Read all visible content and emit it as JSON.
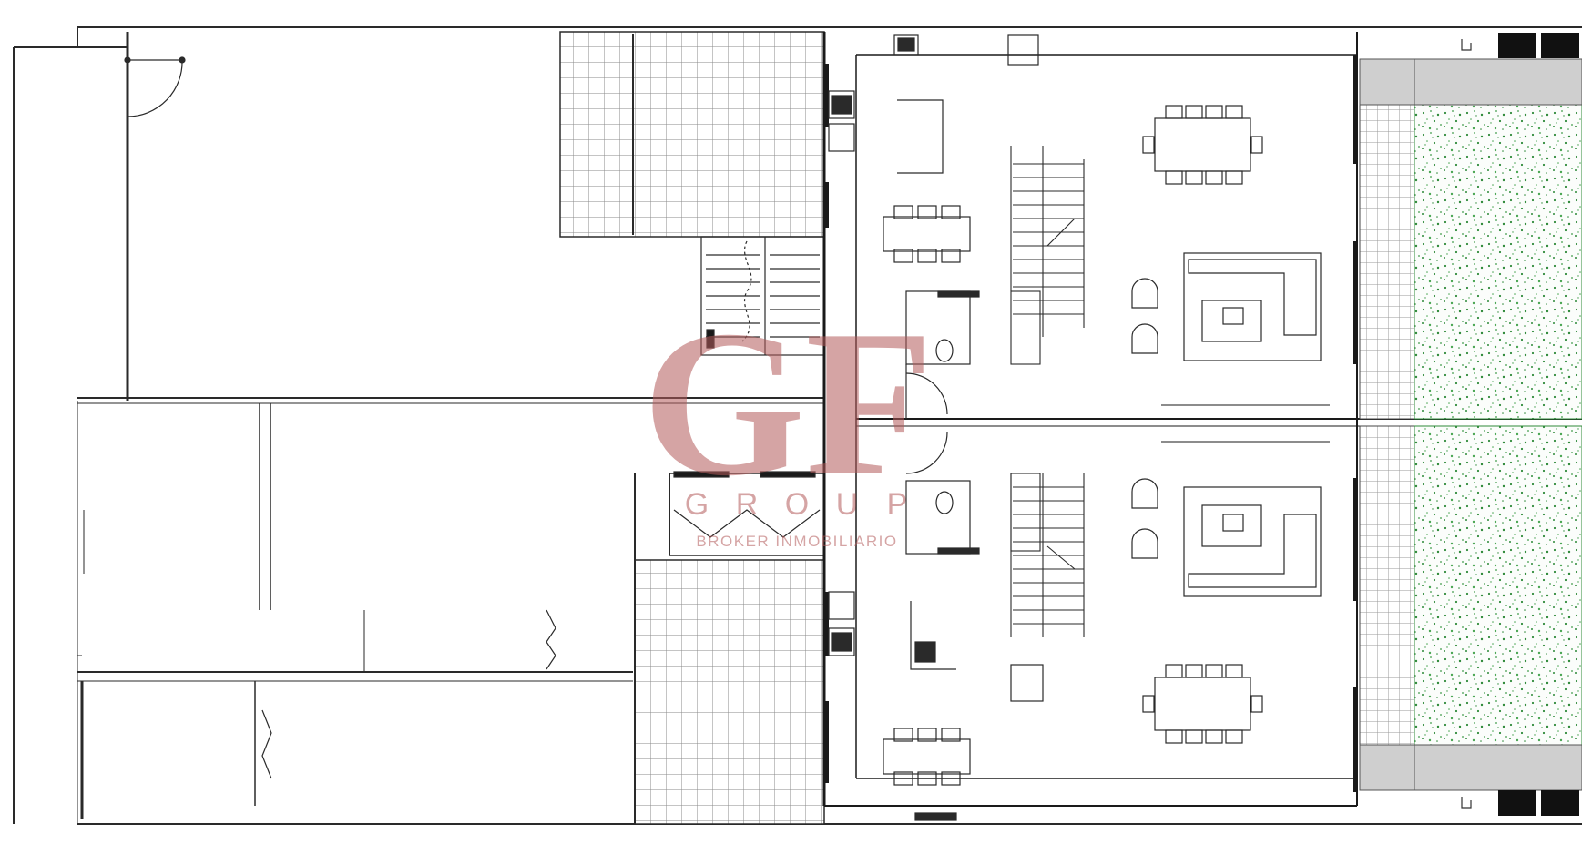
{
  "plan": {
    "watermark": {
      "monogram": "GF",
      "letters": [
        "G",
        "R",
        "O",
        "U",
        "P"
      ],
      "tagline": "BROKER INMOBILIARIO"
    },
    "colors": {
      "wall": "#1a1a1a",
      "line": "#3a3a3a",
      "paving": "#8a8a8a",
      "garden": "#2f8a3a",
      "watermark": "#c27b7b",
      "terrace_block": "#cfcfcf"
    },
    "units": [
      {
        "id": "upper-unit"
      },
      {
        "id": "lower-unit"
      }
    ]
  }
}
